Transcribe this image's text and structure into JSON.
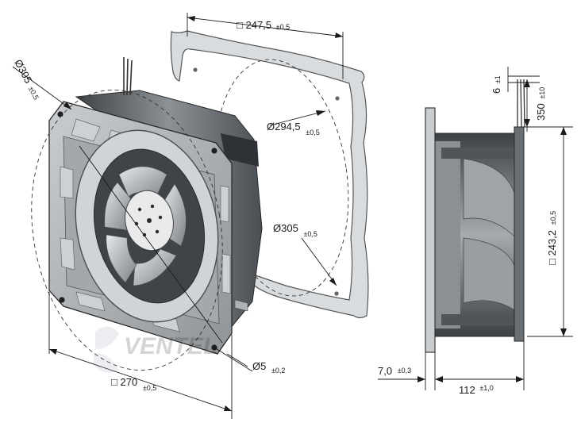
{
  "dimensions": {
    "diagonal_left": {
      "value": "Ø305",
      "tol": "±0,5"
    },
    "frame_square": {
      "prefix": "□",
      "value": "247,5",
      "tol": "±0,5"
    },
    "inner_diameter": {
      "value": "Ø294,5",
      "tol": "±0,5"
    },
    "bolt_circle": {
      "value": "Ø305",
      "tol": "±0,5"
    },
    "hole": {
      "value": "Ø5",
      "tol": "±0,2"
    },
    "width": {
      "prefix": "□",
      "value": "270",
      "tol": "±0,5"
    },
    "lead_small": {
      "value": "6",
      "tol": "±1"
    },
    "lead_length": {
      "value": "350",
      "tol": "±10"
    },
    "side_square": {
      "prefix": "□",
      "value": "243,2",
      "tol": "±0,5"
    },
    "flange": {
      "value": "7,0",
      "tol": "±0,3"
    },
    "depth": {
      "value": "112",
      "tol": "±1,0"
    }
  },
  "colors": {
    "fan_grey": "#a9aeb2",
    "fan_dark": "#5d6266",
    "flange_light": "#d6dadd",
    "line": "#1a1a1a"
  },
  "watermark": "VENTEL"
}
